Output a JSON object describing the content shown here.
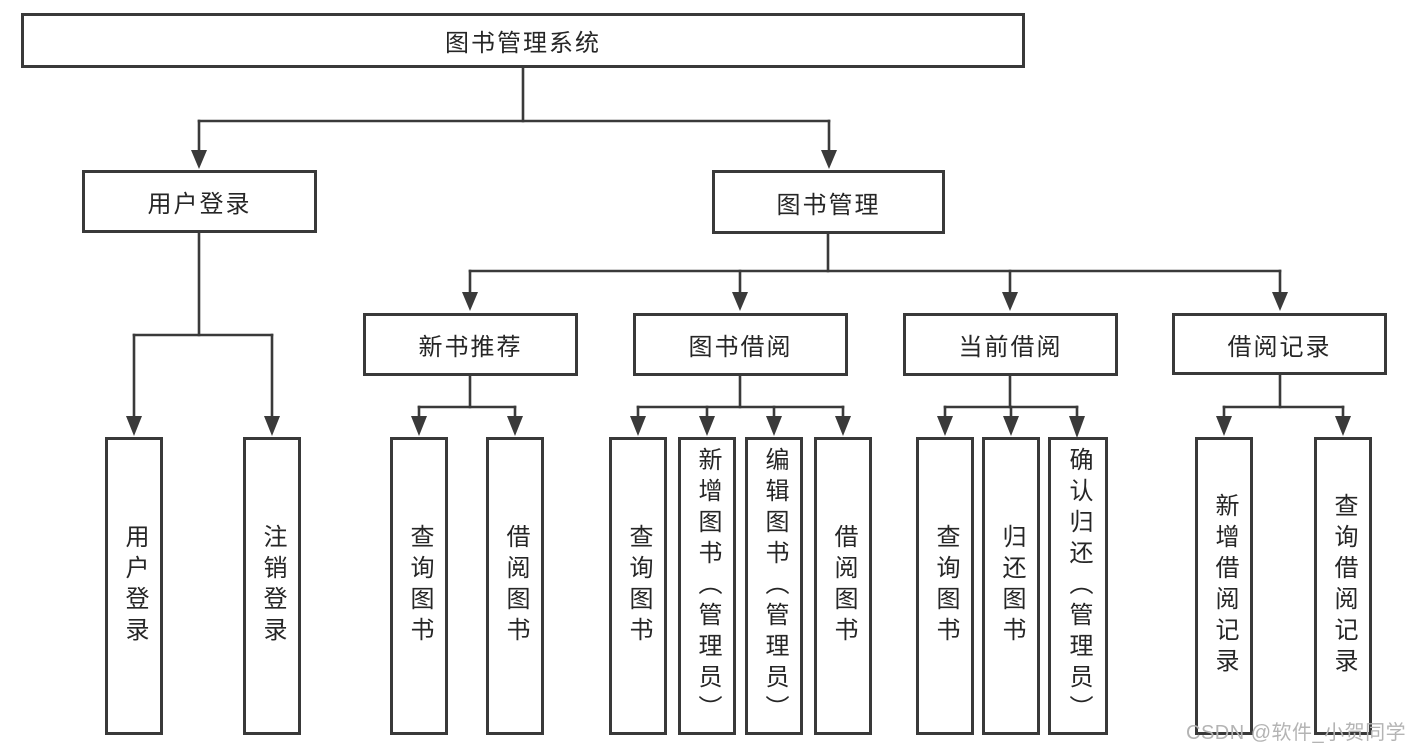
{
  "diagram": {
    "title": "图书管理系统",
    "root": {
      "label": "图书管理系统"
    },
    "level2": [
      {
        "label": "用户登录"
      },
      {
        "label": "图书管理"
      }
    ],
    "user_login_children": [
      {
        "label": "用户登录"
      },
      {
        "label": "注销登录"
      }
    ],
    "level3": [
      {
        "label": "新书推荐"
      },
      {
        "label": "图书借阅"
      },
      {
        "label": "当前借阅"
      },
      {
        "label": "借阅记录"
      }
    ],
    "new_book_children": [
      {
        "label": "查询图书"
      },
      {
        "label": "借阅图书"
      }
    ],
    "book_borrow_children": [
      {
        "label": "查询图书"
      },
      {
        "label": "新增图书（管理员）"
      },
      {
        "label": "编辑图书（管理员）"
      },
      {
        "label": "借阅图书"
      }
    ],
    "current_borrow_children": [
      {
        "label": "查询图书"
      },
      {
        "label": "归还图书"
      },
      {
        "label": "确认归还（管理员）"
      }
    ],
    "borrow_record_children": [
      {
        "label": "新增借阅记录"
      },
      {
        "label": "查询借阅记录"
      }
    ]
  },
  "watermark": {
    "text": "CSDN @软件_小贺同学"
  },
  "colors": {
    "line": "#3a3a3a",
    "border": "#393939",
    "text": "#262626",
    "watermark": "#b4b4b4",
    "background": "#ffffff"
  }
}
